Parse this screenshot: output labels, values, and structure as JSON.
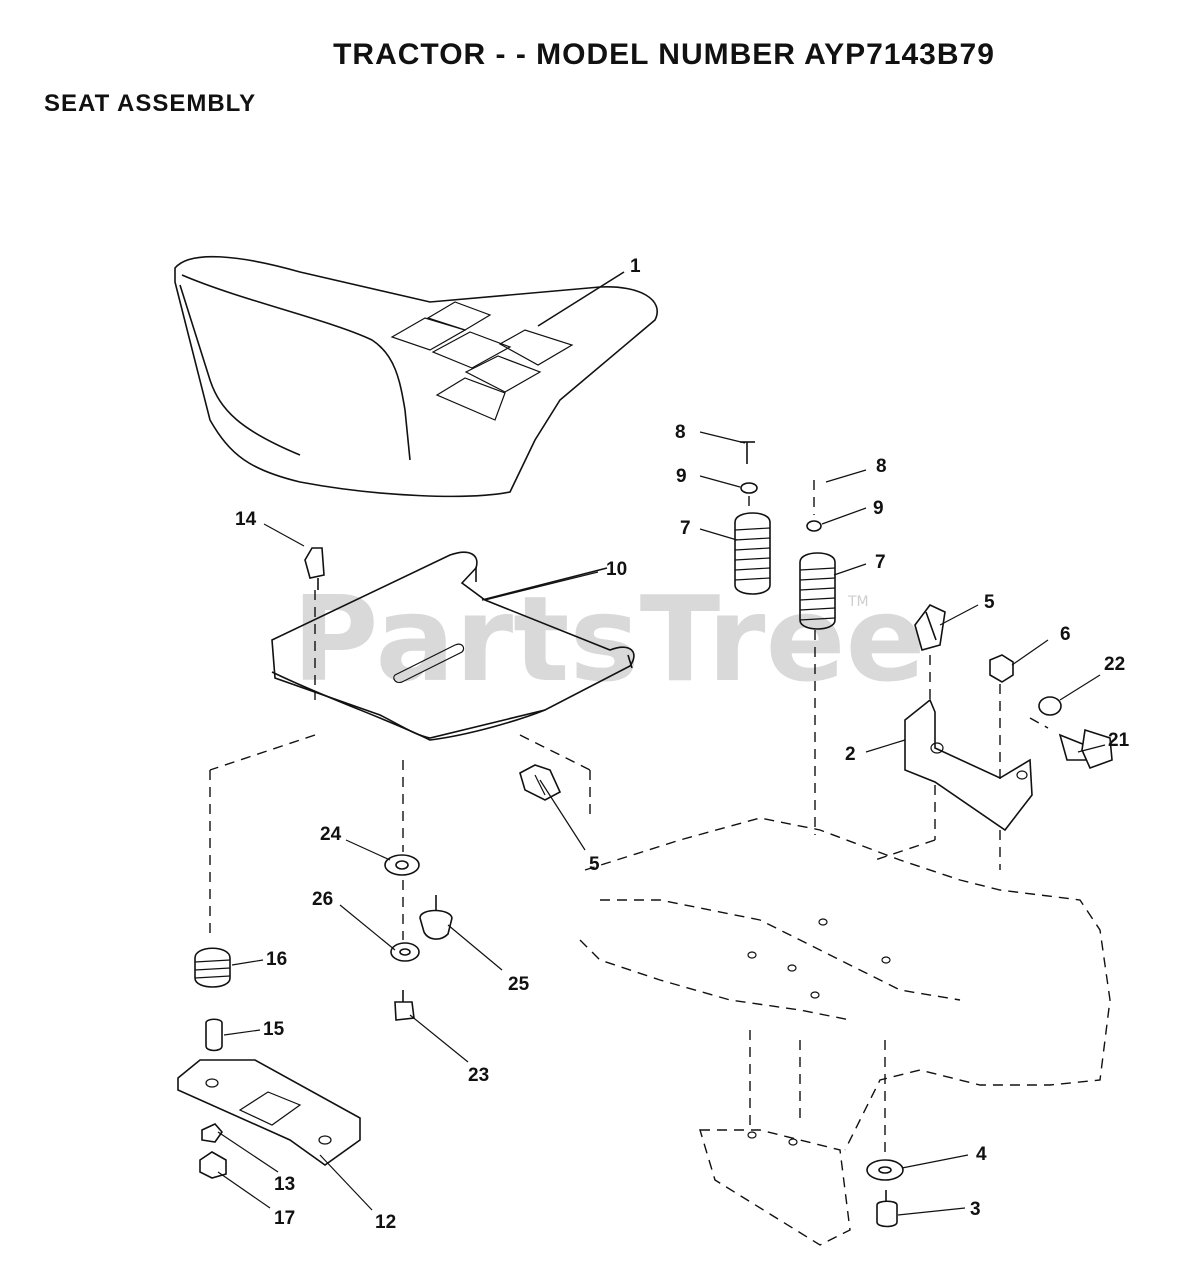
{
  "header": {
    "title": "TRACTOR - - MODEL NUMBER AYP7143B79",
    "subtitle": "SEAT ASSEMBLY"
  },
  "watermark": {
    "text": "PartsTree",
    "trademark": "TM"
  },
  "callouts": [
    {
      "id": "c1",
      "label": "1"
    },
    {
      "id": "c8a",
      "label": "8"
    },
    {
      "id": "c8b",
      "label": "8"
    },
    {
      "id": "c9a",
      "label": "9"
    },
    {
      "id": "c9b",
      "label": "9"
    },
    {
      "id": "c7a",
      "label": "7"
    },
    {
      "id": "c7b",
      "label": "7"
    },
    {
      "id": "c14",
      "label": "14"
    },
    {
      "id": "c10",
      "label": "10"
    },
    {
      "id": "c5a",
      "label": "5"
    },
    {
      "id": "c5b",
      "label": "5"
    },
    {
      "id": "c6",
      "label": "6"
    },
    {
      "id": "c22",
      "label": "22"
    },
    {
      "id": "c2",
      "label": "2"
    },
    {
      "id": "c21",
      "label": "21"
    },
    {
      "id": "c24",
      "label": "24"
    },
    {
      "id": "c26",
      "label": "26"
    },
    {
      "id": "c25",
      "label": "25"
    },
    {
      "id": "c16",
      "label": "16"
    },
    {
      "id": "c15",
      "label": "15"
    },
    {
      "id": "c23",
      "label": "23"
    },
    {
      "id": "c13",
      "label": "13"
    },
    {
      "id": "c17",
      "label": "17"
    },
    {
      "id": "c12",
      "label": "12"
    },
    {
      "id": "c4",
      "label": "4"
    },
    {
      "id": "c3",
      "label": "3"
    }
  ]
}
